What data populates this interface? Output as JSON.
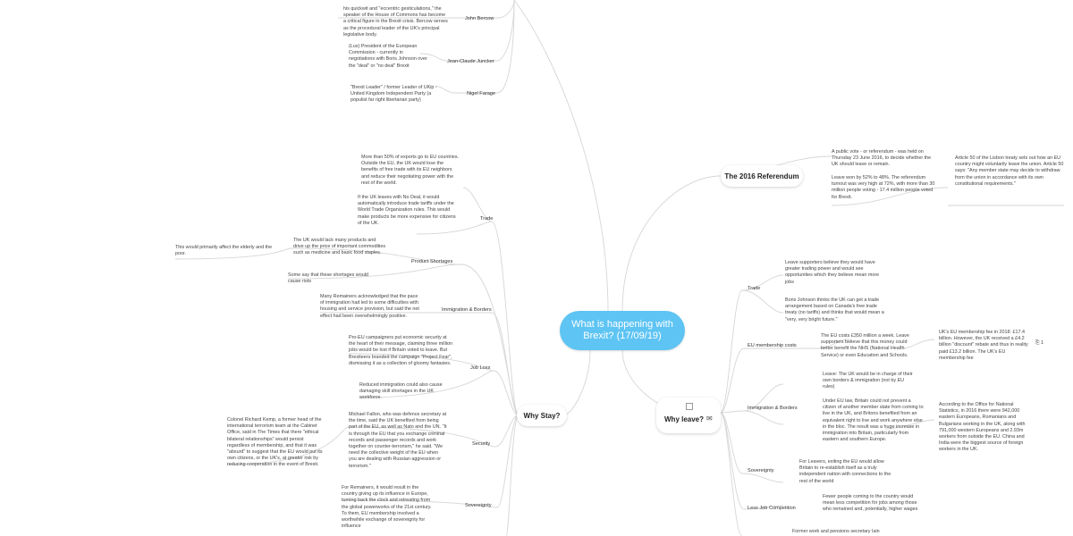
{
  "root": {
    "title": "What is happening with Brexit?  (17/09/19)"
  },
  "branches": {
    "referendum": "The 2016 Referendum",
    "leave": "Why leave?",
    "stay": "Why Stay?"
  },
  "people": {
    "bercow_note": "his quickwit and \"eccentric gesticulations,\" the speaker of the House of Commons has become a critical figure in the Brexit crisis. Bercow serves as the procedural leader of the UK's principal legislative body.",
    "bercow": "John Bercow",
    "juncker_note": "(Lux) President of the European Commission - currently in negotiations with Boris Johnson over the \"deal\" or \"no deal\" Brexit",
    "juncker": "Jean-Claude Juncker",
    "farage_note": "\"Brexit Leader\" / former Leader of UKip - United Kingdom Independent Party (a populist far right libertarian party)",
    "farage": "Nigel Farage"
  },
  "referendum": {
    "text1": "A public vote - or referendum - was held on Thursday 23 June 2016, to decide whether the UK should leave or remain.",
    "text2": "Leave won by 52% to 48%. The referendum turnout was very high at 72%, with more than 30 million people voting - 17.4 million people voted for Brexit.",
    "article50": "Article 50 of the Lisbon treaty sets out how an EU country might voluntarily leave the union. Article 50 says: \"Any member state may decide to withdraw from the union in accordance with its own constitutional requirements.\""
  },
  "stay": {
    "trade": "Trade",
    "trade_text1": "More than 50% of exports go to EU countries. Outside the EU, the UK would lose the benefits of free trade with its EU neighbors and reduce their negotiating power with the rest of the world.",
    "trade_text2": "If the UK leaves with No Deal, it would automatically introduce trade tariffs under the World Trade Organization rules. This would make products be more expensive for citizens of the UK.",
    "shortages": "Product Shortages",
    "shortages_text1": "The UK would lack many products and drive up the price of important commodities such as medicine and basic food staples.",
    "shortages_note": "This would primarily affect the elderly and the poor.",
    "shortages_text2": "Some say that these shortages would cause riots",
    "immigration": "Immigration & Borders",
    "immigration_text": "Many Remainers acknowledged that the pace of immigration had led to some difficulties with housing and service provision, but said the net effect had been overwhelmingly positive.",
    "jobs": "Job Loss",
    "jobs_text1": "Pro-EU campaigners put economic security at the heart of their message, claiming three million jobs would be lost if Britain voted to leave. But Brexiteers branded the campaign \"Project Fear\", dismissing it as a collection of gloomy fantasies.",
    "jobs_text2": "Reduced immigration could also cause damaging skill shortages in the UK workforce.",
    "security": "Security",
    "security_text": "Michael Fallon, who was defence secretary at the time, said the UK benefited from being part of the EU, as well as Nato and the UN. \"It is through the EU that you exchange criminal records and passenger records and work together on counter-terrorism,\" he said. \"We need the collective weight of the EU when you are dealing with Russian aggression or terrorism.\"",
    "security_note": "Colonel Richard Kemp, a former head of the international terrorism team at the Cabinet Office, said in The Times that there \"ethical bilateral relationships\" would persist regardless of membership, and that it was \"absurd\" to suggest that the EU would put its own citizens, or the UK's, at greater risk by reducing cooperation in the event of Brexit.",
    "sovereignty": "Sovereignty",
    "sovereignty_text": "For Remainers, it would result in the country giving up its influence in Europe, turning back the clock and retreating from the global powerworks of the 21st century. To them, EU membership involved a worthwhile exchange of sovereignty for influence"
  },
  "leave": {
    "trade": "Trade",
    "trade_text1": "Leave supporters believe they would have greater trading power and would see opportunities which they believe mean more jobs",
    "trade_text2": "Boris Johnson thinks the UK can get a trade arrangement based on Canada's free trade treaty (no tariffs) and thinks that would mean a \"very, very bright future.\"",
    "costs": "EU membership costs",
    "costs_text": "The EU costs £350 million a week. Leave supporters believe that this money could better benefit the NHS (National Health Service) or even Education and Schools.",
    "costs_note": "UK's EU membership fee in 2018: £17.4 billion. However, the UK received a £4.2 billion \"discount\" rebate and thus in reality paid £13.2 billion. The UK's EU membership fee",
    "attachment": "1",
    "immigration": "Immigration & Borders",
    "immigration_text1": "Leave: The UK would be in charge of their own borders & immigration (not by EU rules)",
    "immigration_text2": "Under EU law, Britain could not prevent a citizen of another member state from coming to live in the UK, and Britons benefited from an equivalent right to live and work anywhere else in the bloc. The result was a huge increase in immigration into Britain, particularly from eastern and southern Europe.",
    "immigration_note": "According to the Office for National Statistics, in 2016 there were 942,000 eastern Europeans, Romanians and Bulgarians working in the UK, along with 791,000 western Europeans and 2.93m workers from outside the EU. China and India were the biggest source of foreign workers in the UK.",
    "sovereignty": "Sovereignty",
    "sovereignty_text": "For Leavers, exiting the EU would allow Britain to re-establish itself as a truly independent nation with connections to the rest of the world",
    "jobs": "Less Job Competition",
    "jobs_text": "Fewer people coming to the country would mean less competition for jobs among those who remained and, potentially, higher wages",
    "bottom_text": "Former work and pensions secretary Iain"
  }
}
